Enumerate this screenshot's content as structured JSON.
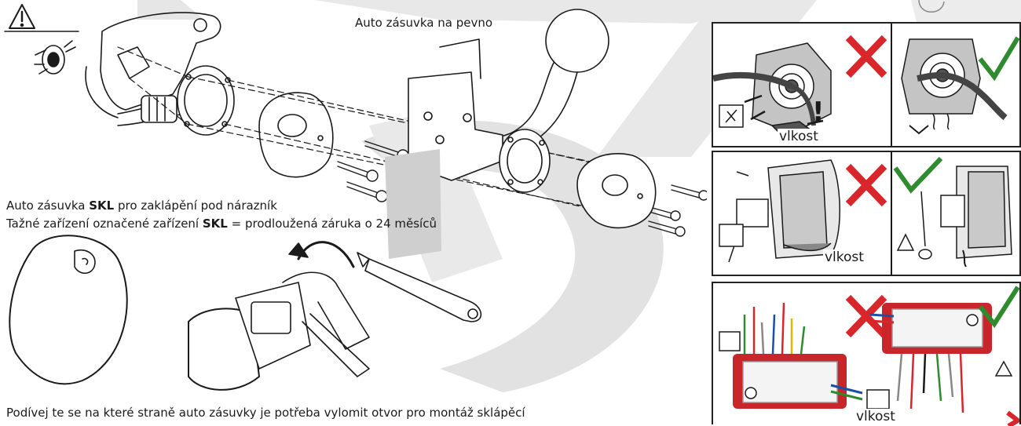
{
  "labels": {
    "fixed_socket": "Auto zásuvka na pevno",
    "skl_line1_pre": "Auto zásuvka ",
    "skl_line1_bold": "SKL",
    "skl_line1_post": " pro zaklápění pod nárazník",
    "skl_line2_pre": "Tažné zařízení označené zařízení ",
    "skl_line2_bold": "SKL",
    "skl_line2_post": " = prodloužená záruka o 24 měsíců",
    "bottom_text": "Podívej te se na které straně auto zásuvky je potřeba vylomit otvor pro montáž sklápěcí"
  },
  "panels": {
    "moisture_label": "vlkost",
    "exclamation": "!"
  },
  "icons": [
    "warning-triangle-icon",
    "cross-icon",
    "check-icon",
    "water-drop-icon"
  ],
  "colors": {
    "cross": "#d9262b",
    "check": "#2e8b2e",
    "line": "#1a1a1a",
    "watermark": "#dcdcdc",
    "module": "#c8262b"
  }
}
